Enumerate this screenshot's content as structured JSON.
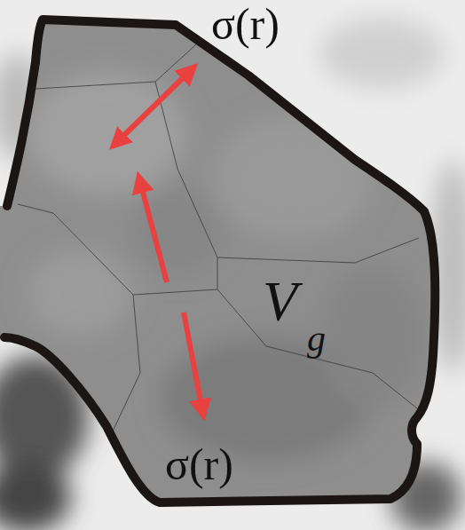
{
  "diagram": {
    "labels": [
      "σ(r)",
      "σ(r)",
      "V",
      "g"
    ]
  }
}
